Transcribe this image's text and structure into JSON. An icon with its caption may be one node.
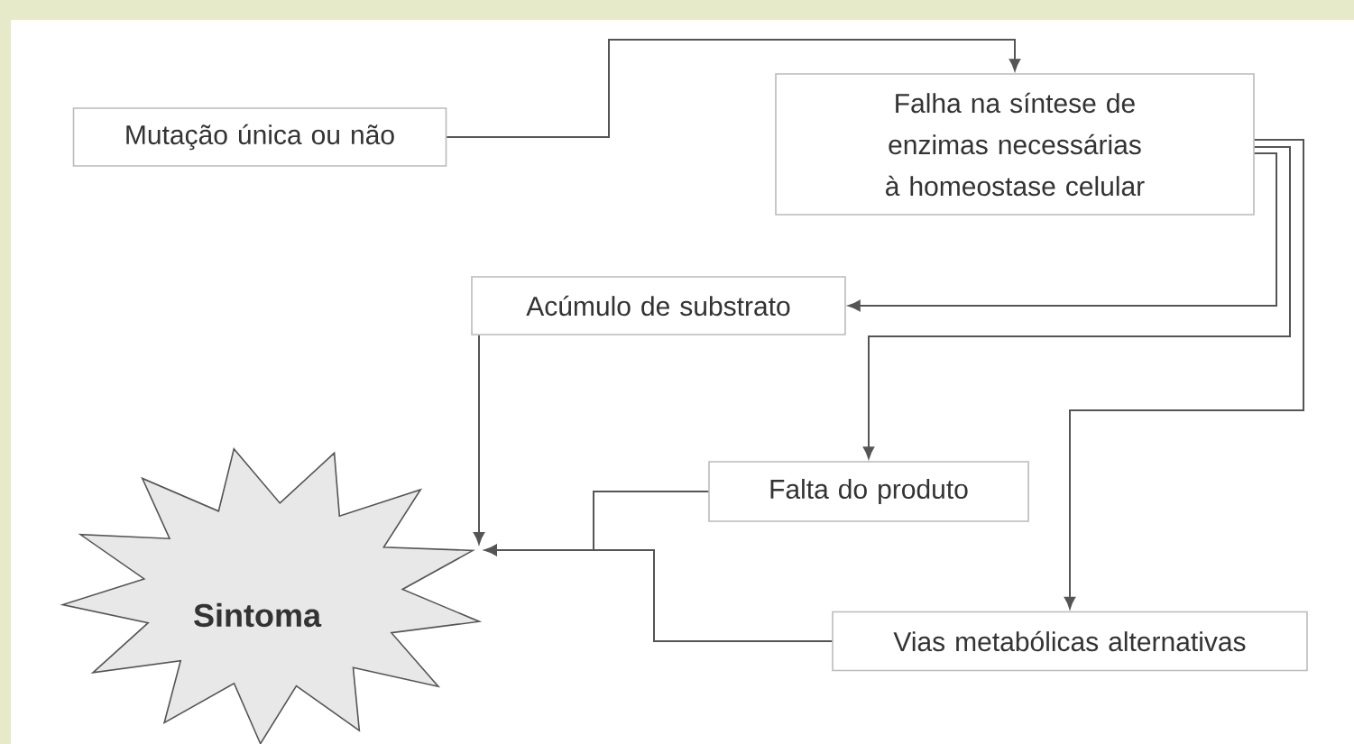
{
  "diagram": {
    "nodes": [
      {
        "text": [
          "Mutação única ou não"
        ]
      },
      {
        "text": [
          "Falha na síntese de enzimas necessárias à homeostase celular"
        ]
      },
      {
        "text": [
          "Acúmulo de substrato"
        ]
      },
      {
        "text": [
          "Falta do produto"
        ]
      },
      {
        "text": [
          "Vias metabólicas alternativas"
        ]
      },
      {
        "text": [
          "Sintoma"
        ]
      }
    ],
    "edges": [
      {
        "from": 0,
        "to": 1,
        "arrow": "to"
      },
      {
        "from": 1,
        "to": 2,
        "arrow": "to"
      },
      {
        "from": 1,
        "to": 3,
        "arrow": "to"
      },
      {
        "from": 1,
        "to": 4,
        "arrow": "to"
      },
      {
        "from": 2,
        "to": 5,
        "arrow": "to"
      },
      {
        "from": 3,
        "to": 5,
        "arrow": "to"
      },
      {
        "from": 4,
        "to": 5,
        "arrow": "to"
      }
    ]
  }
}
